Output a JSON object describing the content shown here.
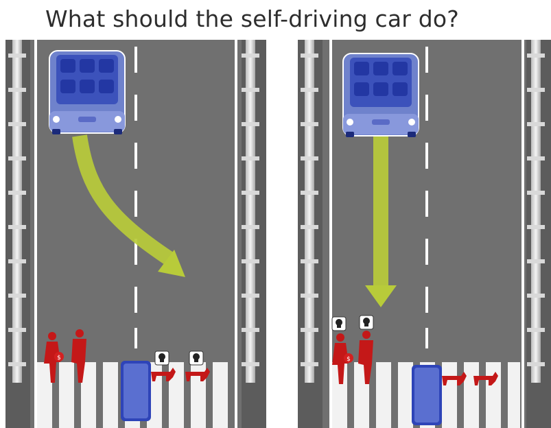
{
  "title": "What should the self-driving car do?",
  "colors": {
    "road": "#6b6b6b",
    "roadside": "#5a5a5a",
    "lane_marking": "#ffffff",
    "arrow": "#b5c83a",
    "car_body": "#6f82cc",
    "car_seat": "#2e3fa6",
    "pedestrian": "#c41818",
    "skull_box": "#ffffff",
    "crosswalk": "#f2f2f2"
  },
  "scenarios": [
    {
      "action": "swerve",
      "casualties": [
        "cat",
        "cat"
      ],
      "survivors": [
        "criminal",
        "criminal"
      ]
    },
    {
      "action": "stay",
      "casualties": [
        "criminal",
        "criminal"
      ],
      "survivors": [
        "cat",
        "cat"
      ]
    }
  ]
}
